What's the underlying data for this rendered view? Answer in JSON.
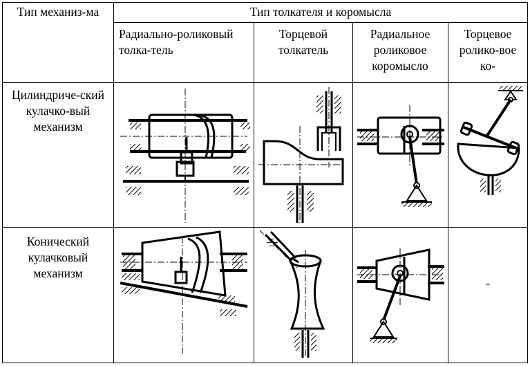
{
  "header": {
    "mechanism_type": "Тип механиз-ма",
    "pusher_rocker_type": "Тип толкателя и коромысла"
  },
  "columns": [
    {
      "label": "Радиально-роликовый толка-тель"
    },
    {
      "label": "Торцевой толкатель"
    },
    {
      "label": "Радиальное роликовое коромысло"
    },
    {
      "label": "Торцевое ролико-вое ко-"
    }
  ],
  "rows": [
    {
      "label": "Цилиндриче-ский кулачко-вый механизм"
    },
    {
      "label": "Конический кулачковый механизм"
    }
  ],
  "empty_cell": "-",
  "colors": {
    "ink": "#000000",
    "background": "#ffffff"
  }
}
